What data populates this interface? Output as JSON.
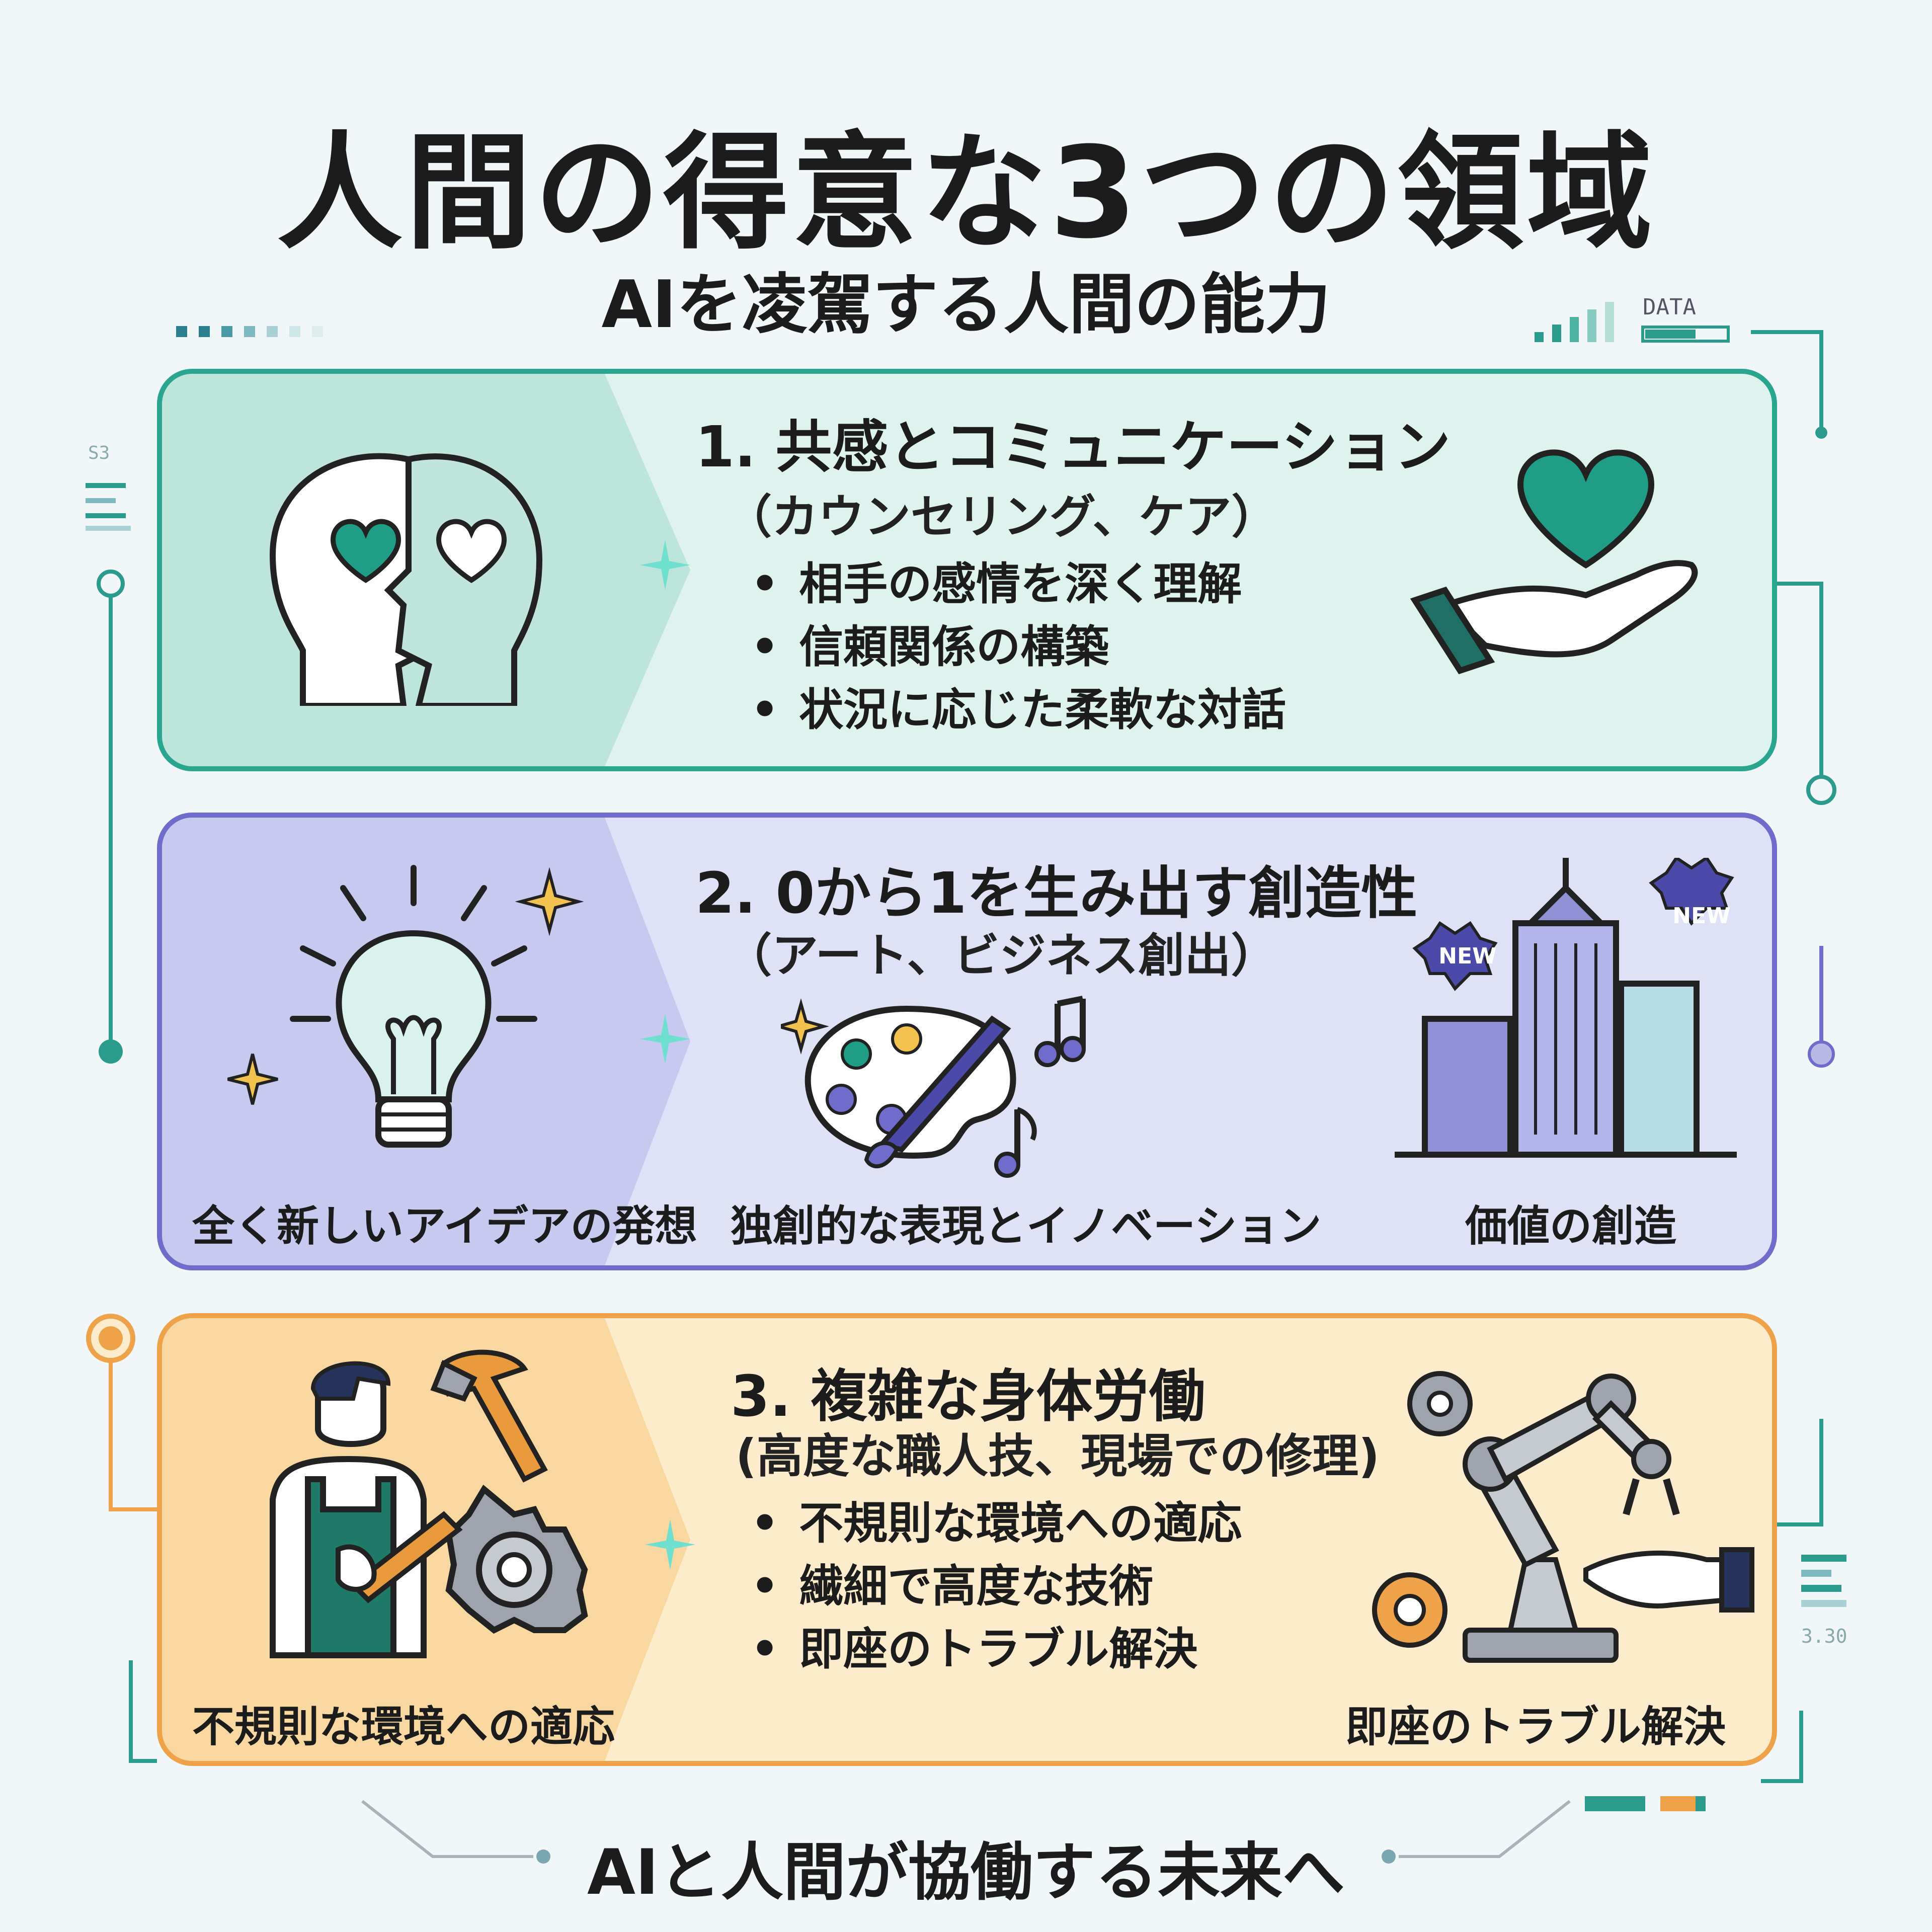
{
  "title": "人間の得意な3つの領域",
  "subtitle": "AIを凌駕する人間の能力",
  "deco": {
    "data_label": "DATA",
    "s3_label": "S3",
    "num_label": "3.30"
  },
  "panels": [
    {
      "heading": "1. 共感とコミュニケーション",
      "sub": "（カウンセリング、ケア）",
      "bullets": [
        "相手の感情を深く理解",
        "信頼関係の構築",
        "状況に応じた柔軟な対話"
      ],
      "color": "#2aa58f"
    },
    {
      "heading": "2. 0から1を生み出す創造性",
      "sub": "（アート、ビジネス創出）",
      "captions": [
        "全く新しいアイデアの発想",
        "独創的な表現とイノベーション",
        "価値の創造"
      ],
      "badges": [
        "NEW",
        "NEW"
      ],
      "color": "#6f6ccb"
    },
    {
      "heading": "3. 複雑な身体労働",
      "sub": "(高度な職人技、現場での修理)",
      "bullets": [
        "不規則な環境への適応",
        "繊細で高度な技術",
        "即座のトラブル解決"
      ],
      "captions": [
        "不規則な環境への適応",
        "即座のトラブル解決"
      ],
      "color": "#eea24a"
    }
  ],
  "footer": "AIと人間が協働する未来へ"
}
